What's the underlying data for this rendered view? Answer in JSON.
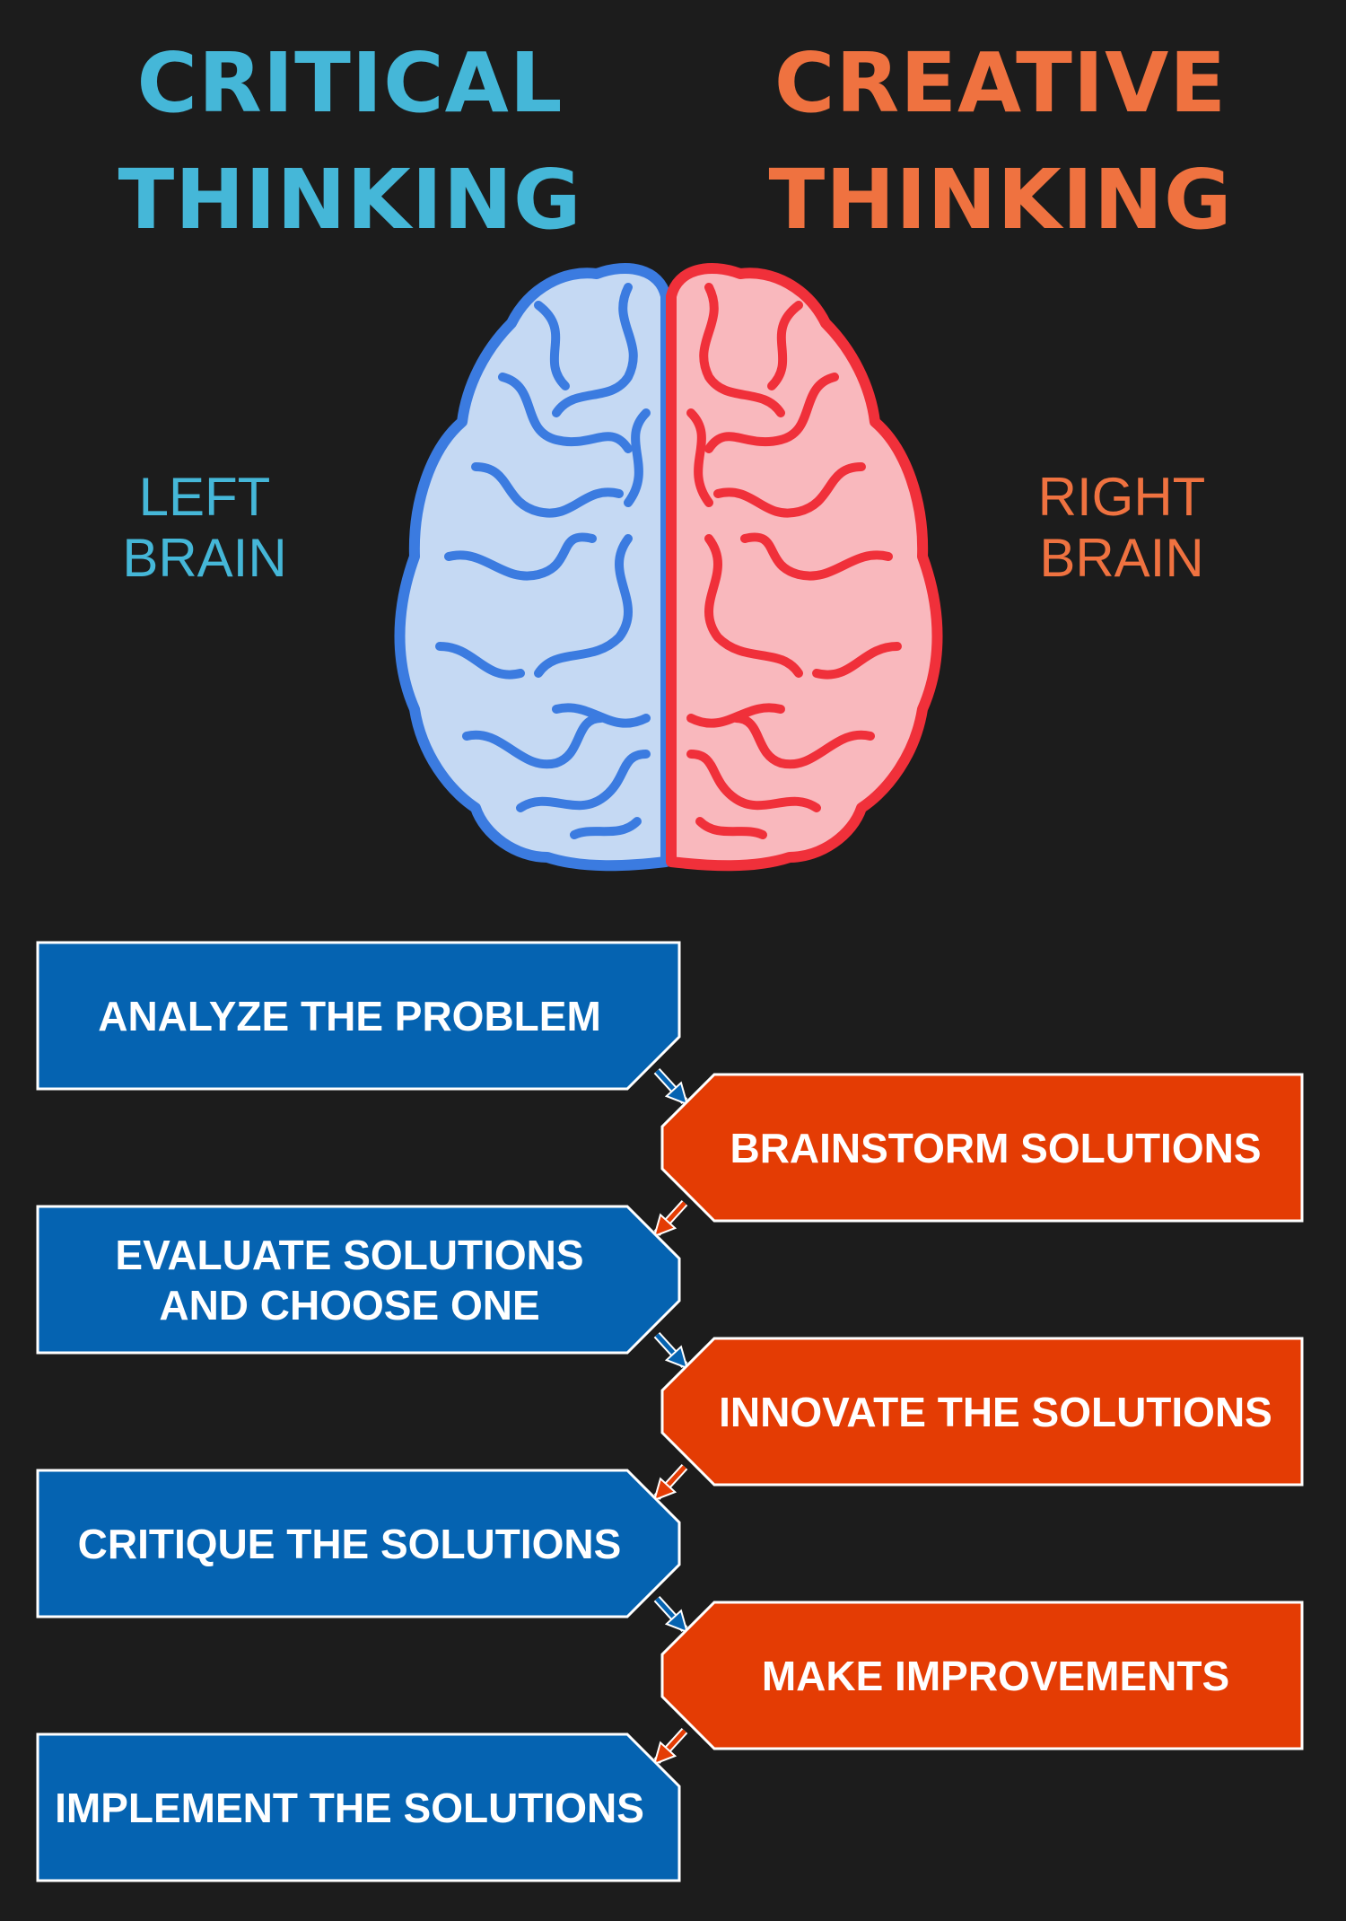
{
  "titles": {
    "left": [
      "CRITICAL",
      "THINKING"
    ],
    "right": [
      "CREATIVE",
      "THINKING"
    ]
  },
  "sides": {
    "left": [
      "LEFT",
      "BRAIN"
    ],
    "right": [
      "RIGHT",
      "BRAIN"
    ]
  },
  "colors": {
    "background": "#1c1c1c",
    "critical": "#45b7d8",
    "creative": "#ef7240",
    "left_box": "#0563b1",
    "right_box": "#e43c04",
    "left_brain_fill": "#c5d9f3",
    "left_brain_stroke": "#3b7be0",
    "right_brain_fill": "#f9b8bd",
    "right_brain_stroke": "#f0303a"
  },
  "steps": [
    {
      "side": "left",
      "lines": [
        "ANALYZE THE PROBLEM"
      ]
    },
    {
      "side": "right",
      "lines": [
        "BRAINSTORM SOLUTIONS"
      ]
    },
    {
      "side": "left",
      "lines": [
        "EVALUATE SOLUTIONS",
        "AND CHOOSE ONE"
      ]
    },
    {
      "side": "right",
      "lines": [
        "INNOVATE THE SOLUTIONS"
      ]
    },
    {
      "side": "left",
      "lines": [
        "CRITIQUE THE SOLUTIONS"
      ]
    },
    {
      "side": "right",
      "lines": [
        "MAKE IMPROVEMENTS"
      ]
    },
    {
      "side": "left",
      "lines": [
        "IMPLEMENT THE SOLUTIONS"
      ]
    }
  ]
}
